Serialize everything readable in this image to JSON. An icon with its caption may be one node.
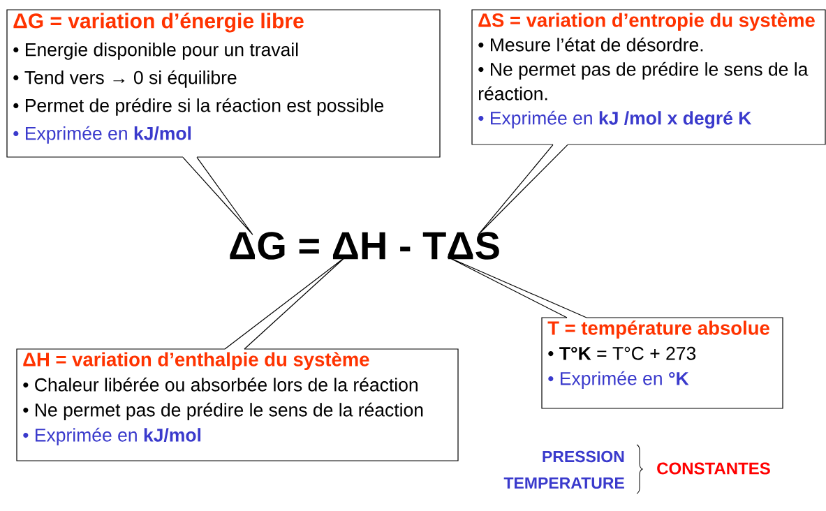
{
  "diagram": {
    "nodes": [
      {
        "text": [
          "ΔG = variation d’énergie libre",
          "• Energie disponible pour un travail",
          "• Tend vers → 0 si équilibre",
          "• Permet de prédire si la réaction est possible",
          "• Exprimée en **kJ/mol**"
        ]
      },
      {
        "text": [
          "ΔS = variation d’entropie du système",
          "• Mesure l’état de désordre.",
          "• Ne permet pas de prédire le sens de la réaction.",
          "• Exprimée en **kJ /mol x degré K**"
        ]
      },
      {
        "text": [
          "ΔG = ΔH - TΔS"
        ]
      },
      {
        "text": [
          "T = température absolue",
          "• **T°K** = T°C + 273",
          "• Exprimée en **°K**"
        ]
      },
      {
        "text": [
          "ΔH = variation d’enthalpie du système",
          "• Chaleur libérée ou absorbée lors de la réaction",
          "• Ne permet pas de prédire le sens de la réaction",
          "• Exprimée en **kJ/mol**"
        ]
      }
    ],
    "edges": [
      {
        "from": 0,
        "to": 2,
        "arrow": "none"
      },
      {
        "from": 1,
        "to": 2,
        "arrow": "none"
      },
      {
        "from": 3,
        "to": 2,
        "arrow": "none"
      },
      {
        "from": 4,
        "to": 2,
        "arrow": "none"
      }
    ],
    "labels": [
      "PRESSION",
      "TEMPERATURE",
      "CONSTANTES"
    ]
  }
}
